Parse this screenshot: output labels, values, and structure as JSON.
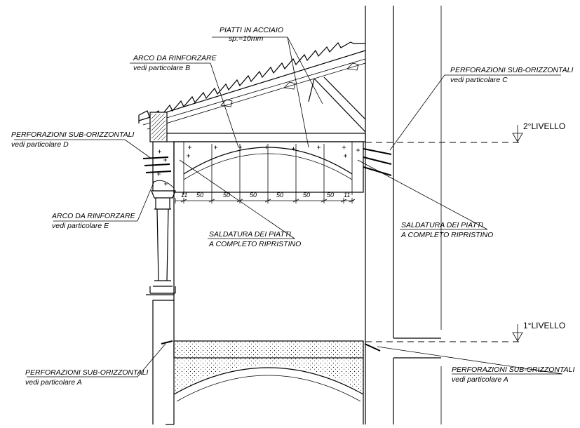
{
  "labels": {
    "piatti_title": "PIATTI IN ACCIAIO",
    "piatti_sp": "sp.=10mm",
    "arco_b_title": "ARCO DA RINFORZARE",
    "arco_b_ref": "vedi particolare B",
    "perf_c_title": "PERFORAZIONI SUB-ORIZZONTALI",
    "perf_c_ref": "vedi particolare C",
    "perf_d_title": "PERFORAZIONI SUB-ORIZZONTALI",
    "perf_d_ref": "vedi particolare D",
    "arco_e_title": "ARCO DA RINFORZARE",
    "arco_e_ref": "vedi particolare E",
    "sald_1_title": "SALDATURA DEI PIATTI",
    "sald_1_ref": "A COMPLETO RIPRISTINO",
    "sald_2_title": "SALDATURA DEI PIATTI",
    "sald_2_ref": "A COMPLETO RIPRISTINO",
    "perf_a_left_title": "PERFORAZIONI SUB-ORIZZONTALI",
    "perf_a_left_ref": "vedi particolare A",
    "perf_a_right_title": "PERFORAZIONI SUB-ORIZZONTALI",
    "perf_a_right_ref": "vedi particolare A"
  },
  "levels": {
    "second": "2°LIVELLO",
    "first": "1°LIVELLO"
  },
  "dimensions": [
    "11",
    "50",
    "50",
    "50",
    "50",
    "50",
    "50",
    "11"
  ]
}
